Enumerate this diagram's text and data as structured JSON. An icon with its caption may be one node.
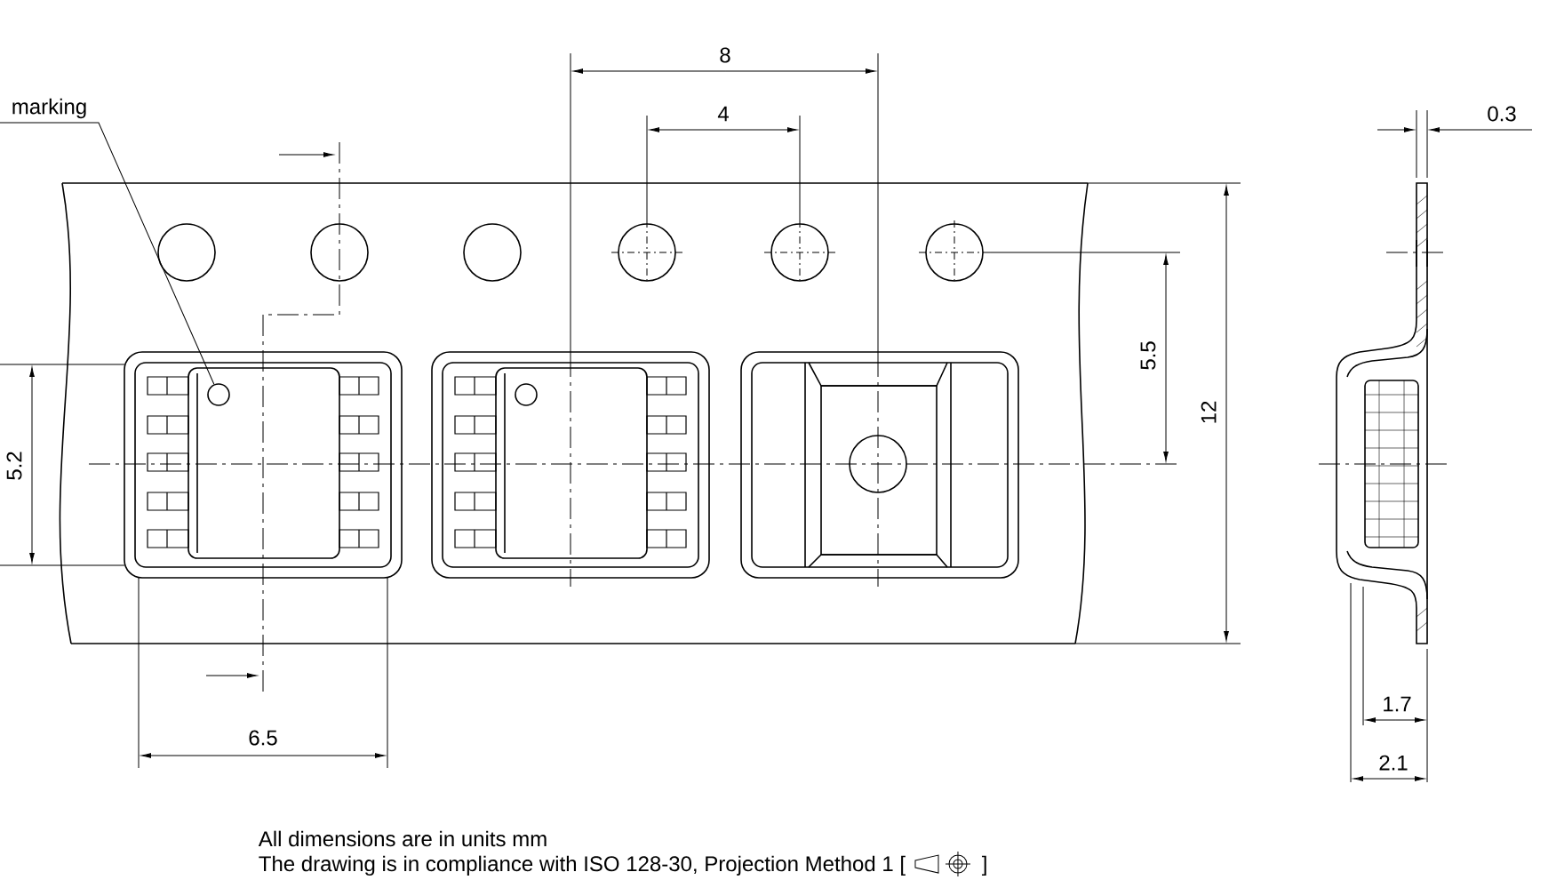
{
  "diagram": {
    "nodes": [
      {
        "text": [
          "marking"
        ]
      },
      {
        "text": [],
        "shape": "circle"
      }
    ],
    "edges": [
      {
        "from": 0,
        "to": 1,
        "arrow": "none"
      }
    ],
    "labels": [
      "8",
      "4",
      "0.3",
      "5.2",
      "5.5",
      "12",
      "6.5",
      "1.7",
      "2.1",
      "All dimensions are in units mm",
      "The drawing is in compliance with ISO 128-30, Projection Method 1 [",
      "]"
    ]
  }
}
